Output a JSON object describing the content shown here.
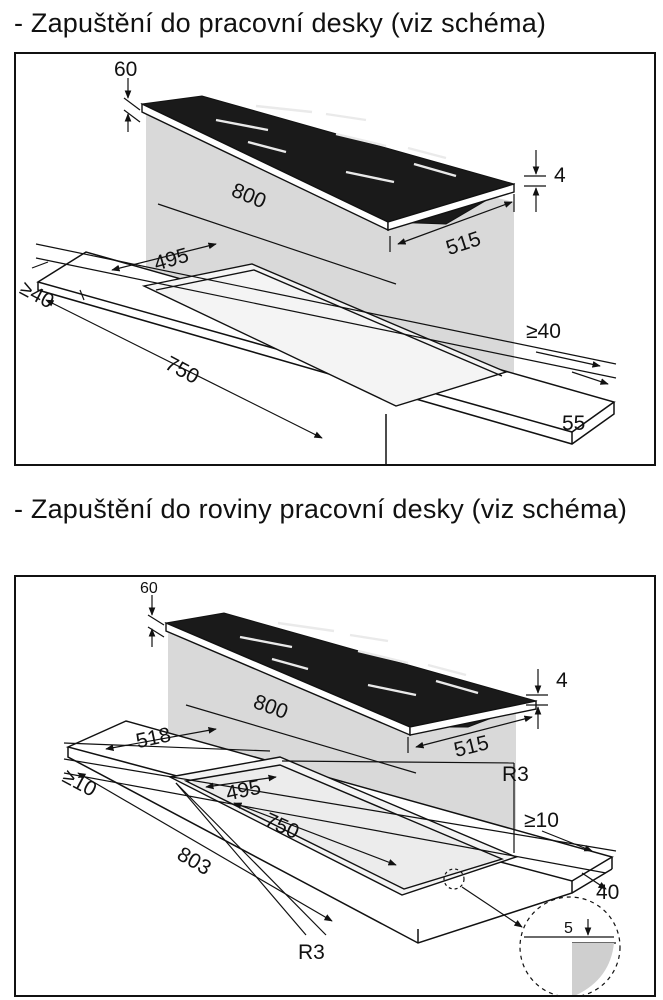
{
  "section1": {
    "heading": "- Zapuštění do pracovní desky (viz schéma)",
    "dims": {
      "d60": "60",
      "d4": "4",
      "d800": "800",
      "d515": "515",
      "d495": "495",
      "dmin40a": "≥40",
      "dmin40b": "≥40",
      "d750": "750",
      "d55": "55"
    }
  },
  "section2": {
    "heading": "- Zapuštění do roviny pracovní desky (viz schéma)",
    "dims": {
      "d60": "60",
      "d4": "4",
      "d800": "800",
      "d515": "515",
      "d518": "518",
      "r3a": "R3",
      "dmin10a": "≥10",
      "d495": "495",
      "d750": "750",
      "dmin10b": "≥10",
      "d803": "803",
      "d40": "40",
      "r3b": "R3",
      "d5": "5"
    }
  },
  "colors": {
    "hob": "#1a1a1a",
    "shading": "#d8d8d8",
    "line": "#111111"
  }
}
